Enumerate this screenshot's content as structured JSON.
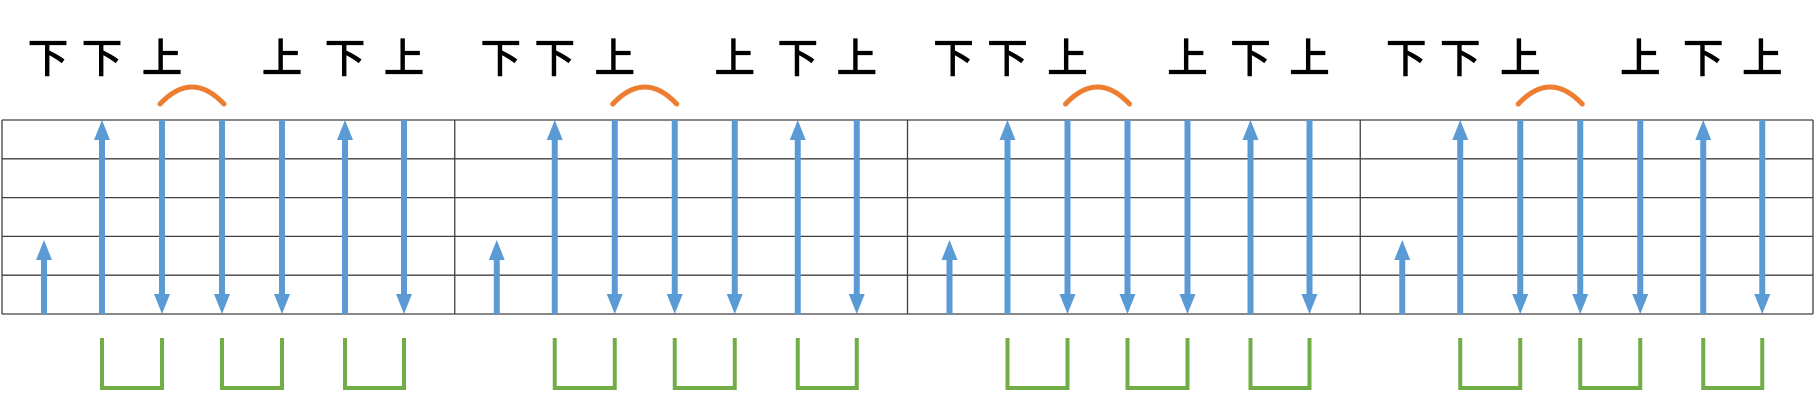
{
  "colors": {
    "arrow": "#5B9BD5",
    "slur": "#ED7D31",
    "beat_bracket": "#70AD47",
    "staff_line": "#404040"
  },
  "measures": [
    {
      "strokes": [
        {
          "label": "下",
          "direction": "up",
          "length": "short"
        },
        {
          "label": "下",
          "direction": "up",
          "length": "full"
        },
        {
          "label": "上",
          "direction": "down",
          "length": "full"
        },
        {
          "label": "",
          "direction": "down",
          "length": "full"
        },
        {
          "label": "上",
          "direction": "down",
          "length": "full"
        },
        {
          "label": "下",
          "direction": "up",
          "length": "full"
        },
        {
          "label": "上",
          "direction": "down",
          "length": "full"
        }
      ],
      "slur_between": [
        2,
        3
      ],
      "brackets": [
        [
          1,
          2
        ],
        [
          3,
          4
        ],
        [
          5,
          6
        ]
      ]
    },
    {
      "strokes": [
        {
          "label": "下",
          "direction": "up",
          "length": "short"
        },
        {
          "label": "下",
          "direction": "up",
          "length": "full"
        },
        {
          "label": "上",
          "direction": "down",
          "length": "full"
        },
        {
          "label": "",
          "direction": "down",
          "length": "full"
        },
        {
          "label": "上",
          "direction": "down",
          "length": "full"
        },
        {
          "label": "下",
          "direction": "up",
          "length": "full"
        },
        {
          "label": "上",
          "direction": "down",
          "length": "full"
        }
      ],
      "slur_between": [
        2,
        3
      ],
      "brackets": [
        [
          1,
          2
        ],
        [
          3,
          4
        ],
        [
          5,
          6
        ]
      ]
    },
    {
      "strokes": [
        {
          "label": "下",
          "direction": "up",
          "length": "short"
        },
        {
          "label": "下",
          "direction": "up",
          "length": "full"
        },
        {
          "label": "上",
          "direction": "down",
          "length": "full"
        },
        {
          "label": "",
          "direction": "down",
          "length": "full"
        },
        {
          "label": "上",
          "direction": "down",
          "length": "full"
        },
        {
          "label": "下",
          "direction": "up",
          "length": "full"
        },
        {
          "label": "上",
          "direction": "down",
          "length": "full"
        }
      ],
      "slur_between": [
        2,
        3
      ],
      "brackets": [
        [
          1,
          2
        ],
        [
          3,
          4
        ],
        [
          5,
          6
        ]
      ]
    },
    {
      "strokes": [
        {
          "label": "下",
          "direction": "up",
          "length": "short"
        },
        {
          "label": "下",
          "direction": "up",
          "length": "full"
        },
        {
          "label": "上",
          "direction": "down",
          "length": "full"
        },
        {
          "label": "",
          "direction": "down",
          "length": "full"
        },
        {
          "label": "上",
          "direction": "down",
          "length": "full"
        },
        {
          "label": "下",
          "direction": "up",
          "length": "full"
        },
        {
          "label": "上",
          "direction": "down",
          "length": "full"
        }
      ],
      "slur_between": [
        2,
        3
      ],
      "brackets": [
        [
          1,
          2
        ],
        [
          3,
          4
        ],
        [
          5,
          6
        ]
      ]
    }
  ]
}
